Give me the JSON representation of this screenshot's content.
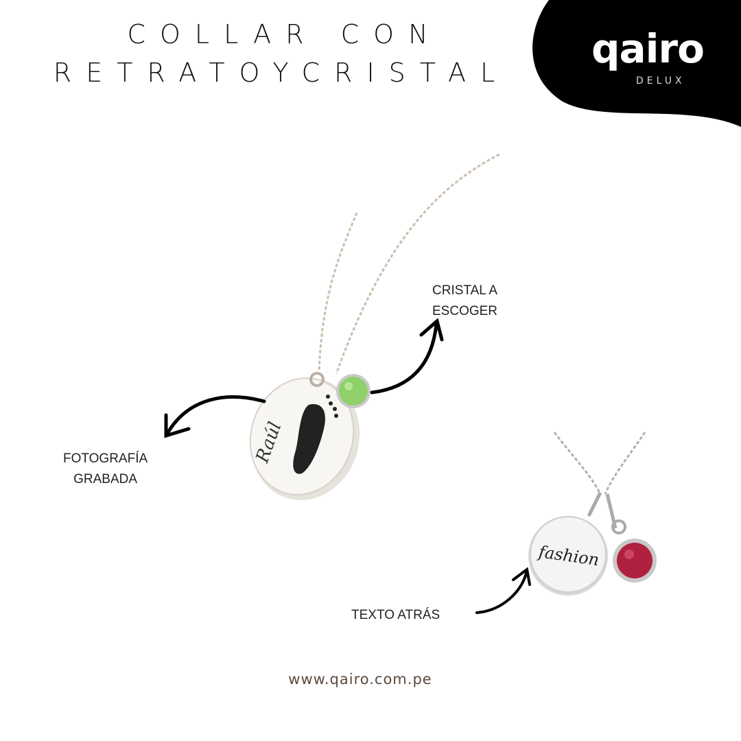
{
  "header": {
    "title_line1": "C O L L A R   C O N",
    "title_line2": "RETRATOYCRISTAL"
  },
  "brand": {
    "logo_text": "qairo",
    "logo_subtext": "DELUX",
    "blob_color": "#000000"
  },
  "annotations": {
    "crystal": {
      "line1": "CRISTAL A",
      "line2": "ESCOGER"
    },
    "photo": {
      "line1": "FOTOGRAFÍA",
      "line2": "GRABADA"
    },
    "back_text": {
      "line1": "TEXTO ATRÁS"
    }
  },
  "product_main": {
    "engraved_name": "Raúl",
    "engraving": "footprint",
    "crystal_color": "#8fd06a"
  },
  "product_secondary": {
    "engraved_text": "fashion",
    "crystal_color": "#b0203f"
  },
  "footer": {
    "website": "www.qairo.com.pe"
  }
}
